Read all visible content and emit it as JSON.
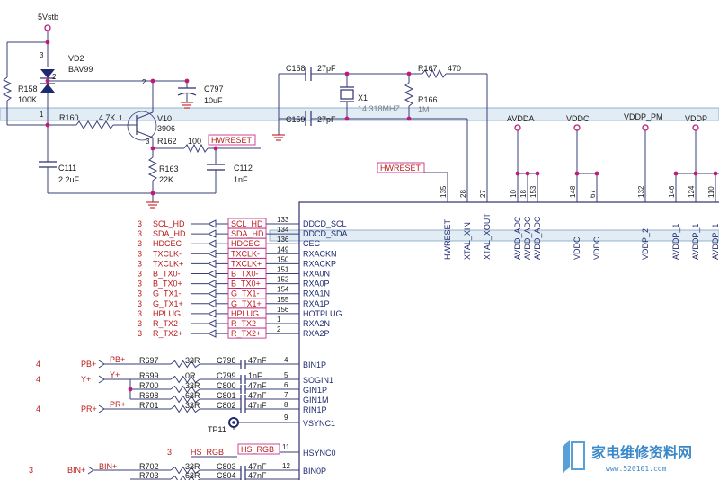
{
  "rail": "5Vstb",
  "top": {
    "vd2": "VD2",
    "bav99": "BAV99",
    "r158": "R158",
    "r158_val": "100K",
    "c797": "C797",
    "c797_val": "10uF",
    "r160": "R160",
    "r160_val": "4.7K",
    "v10": "V10",
    "v10_val": "3906",
    "r162": "R162",
    "r162_val": "100",
    "hwreset_tag": "HWRESET",
    "r163": "R163",
    "r163_val": "22K",
    "c111": "C111",
    "c111_val": "2.2uF",
    "c112": "C112",
    "c112_val": "1nF",
    "pin3": "3",
    "pin2": "2",
    "pin1": "1",
    "q_pin3": "3",
    "q_pin2": "2",
    "q_pin1": "1"
  },
  "xtal": {
    "c158": "C158",
    "c158_val": "27pF",
    "c159": "C159",
    "c159_val": "27pF",
    "x1": "X1",
    "x1_val": "14.318MHZ",
    "r167": "R167",
    "r167_val": "470",
    "r166": "R166",
    "r166_val": "1M"
  },
  "power": {
    "avdda": "AVDDA",
    "vddc": "VDDC",
    "vddp_pm": "VDDP_PM",
    "vddp": "VDDP"
  },
  "hwreset_box": "HWRESET",
  "top_pins": [
    {
      "num": "135",
      "name": "HWRESET"
    },
    {
      "num": "28",
      "name": "XTAL_XIN"
    },
    {
      "num": "27",
      "name": "XTAL_XOUT"
    },
    {
      "num": "10",
      "name": "AVDD_ADC"
    },
    {
      "num": "18",
      "name": "AVDD_ADC"
    },
    {
      "num": "153",
      "name": "AVDD_ADC"
    },
    {
      "num": "148",
      "name": "VDDC"
    },
    {
      "num": "67",
      "name": "VDDC"
    },
    {
      "num": "132",
      "name": "VDDP_2"
    },
    {
      "num": "146",
      "name": "AVDDP_1"
    },
    {
      "num": "124",
      "name": "AVDDP_1"
    },
    {
      "num": "110",
      "name": "AVDDP_1"
    }
  ],
  "hdmi": [
    {
      "sheet": "3",
      "net": "SCL_HD",
      "box": "SCL_HD",
      "pin": "133",
      "ic": "DDCD_SCL"
    },
    {
      "sheet": "3",
      "net": "SDA_HD",
      "box": "SDA_HD",
      "pin": "134",
      "ic": "DDCD_SDA"
    },
    {
      "sheet": "3",
      "net": "HDCEC",
      "box": "HDCEC",
      "pin": "136",
      "ic": "CEC"
    },
    {
      "sheet": "3",
      "net": "TXCLK-",
      "box": "TXCLK-",
      "pin": "149",
      "ic": "RXACKN"
    },
    {
      "sheet": "3",
      "net": "TXCLK+",
      "box": "TXCLK+",
      "pin": "150",
      "ic": "RXACKP"
    },
    {
      "sheet": "3",
      "net": "B_TX0-",
      "box": "B_TX0-",
      "pin": "151",
      "ic": "RXA0N"
    },
    {
      "sheet": "3",
      "net": "B_TX0+",
      "box": "B_TX0+",
      "pin": "152",
      "ic": "RXA0P"
    },
    {
      "sheet": "3",
      "net": "G_TX1-",
      "box": "G_TX1-",
      "pin": "154",
      "ic": "RXA1N"
    },
    {
      "sheet": "3",
      "net": "G_TX1+",
      "box": "G_TX1+",
      "pin": "155",
      "ic": "RXA1P"
    },
    {
      "sheet": "3",
      "net": "HPLUG",
      "box": "HPLUG",
      "pin": "156",
      "ic": "HOTPLUG"
    },
    {
      "sheet": "3",
      "net": "R_TX2-",
      "box": "R_TX2-",
      "pin": "1",
      "ic": "RXA2N"
    },
    {
      "sheet": "3",
      "net": "R_TX2+",
      "box": "R_TX2+",
      "pin": "2",
      "ic": "RXA2P"
    }
  ],
  "analog": [
    {
      "sheet": "4",
      "port": "PB+",
      "net": "PB+",
      "r": "R697",
      "rv": "33R",
      "c": "C798",
      "cv": "47nF",
      "pin": "4",
      "ic": "BIN1P"
    },
    {
      "sheet": "4",
      "port": "Y+",
      "net": "Y+",
      "r": "R699",
      "rv": "0R",
      "c": "C799",
      "cv": "1nF",
      "pin": "5",
      "ic": "SOGIN1"
    },
    {
      "sheet": "",
      "port": "",
      "net": "",
      "r": "R700",
      "rv": "33R",
      "c": "C800",
      "cv": "47nF",
      "pin": "6",
      "ic": "GIN1P"
    },
    {
      "sheet": "",
      "port": "",
      "net": "",
      "r": "R698",
      "rv": "68R",
      "c": "C801",
      "cv": "47nF",
      "pin": "7",
      "ic": "GIN1M"
    },
    {
      "sheet": "4",
      "port": "PR+",
      "net": "PR+",
      "r": "R701",
      "rv": "33R",
      "c": "C802",
      "cv": "47nF",
      "pin": "8",
      "ic": "RIN1P"
    }
  ],
  "vsync": {
    "pin": "9",
    "ic": "VSYNC1",
    "tp": "TP11"
  },
  "hs": {
    "sheet": "3",
    "net": "HS_RGB",
    "box": "HS_RGB",
    "pin": "11",
    "ic": "HSYNC0"
  },
  "bin": [
    {
      "sheet": "3",
      "port": "BIN+",
      "net": "BIN+",
      "r": "R702",
      "rv": "33R",
      "c": "C803",
      "cv": "47nF",
      "pin": "12",
      "ic": "BIN0P"
    },
    {
      "sheet": "",
      "port": "",
      "net": "",
      "r": "R703",
      "rv": "68R",
      "c": "C804",
      "cv": "47nF",
      "pin": "",
      "ic": ""
    }
  ],
  "watermark": {
    "brand": "家电维修资料网",
    "url": "www.520101.com"
  }
}
